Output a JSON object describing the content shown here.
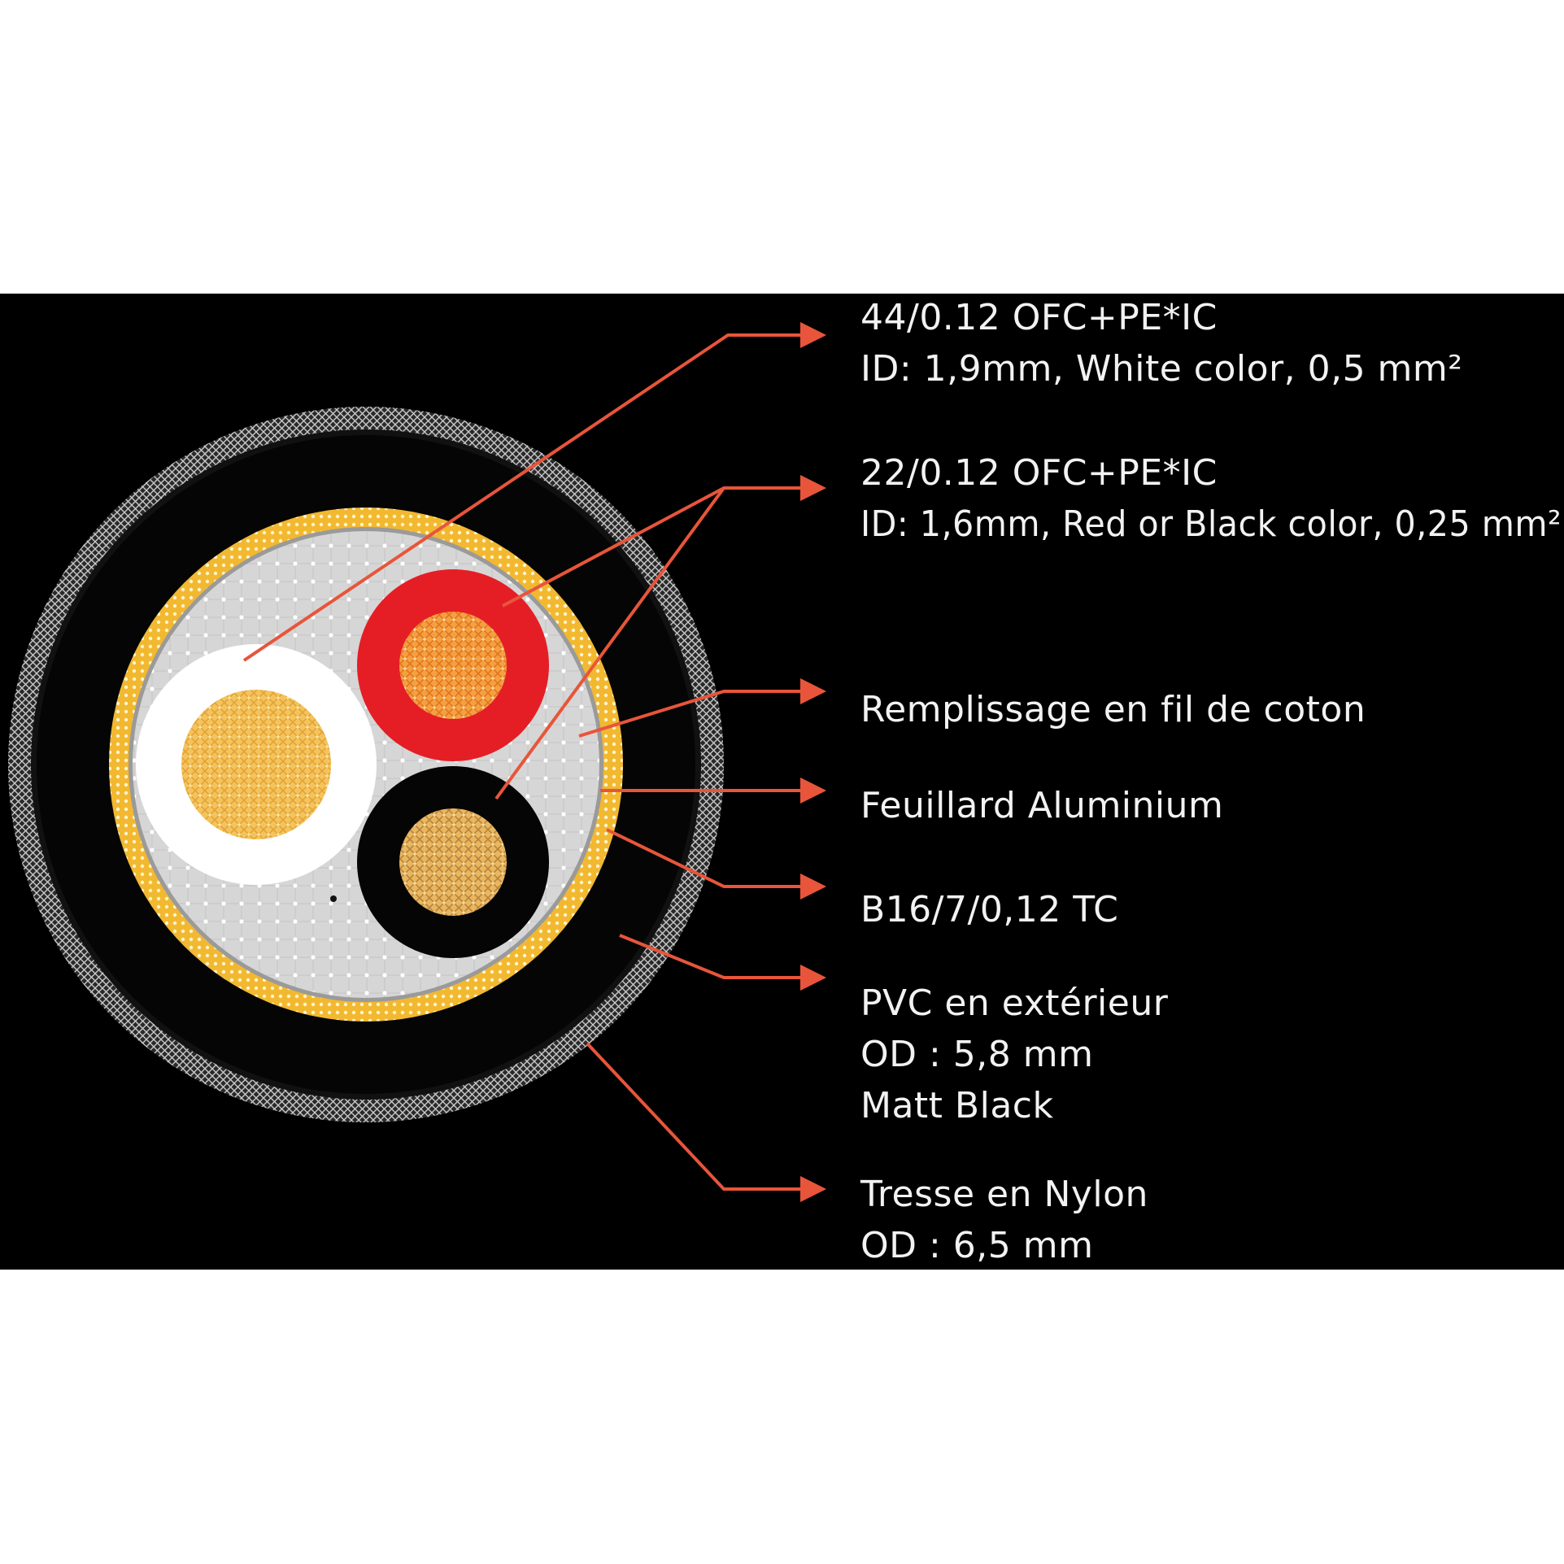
{
  "colors": {
    "page_background": "#ffffff",
    "panel_background": "#000000",
    "leader_line": "#e8553a",
    "label_text": "#f2f2f2",
    "braid_outer": "#bfbfbf",
    "jacket": "#050505",
    "shield_braid": "#f2b830",
    "foil": "#9a9a9a",
    "filler": "#d9d9d9",
    "white_insulation": "#ffffff",
    "red_insulation": "#e51e25",
    "black_insulation": "#050505",
    "copper_core_white": "#f4c45a",
    "copper_core_red": "#f5a040",
    "copper_core_black": "#e9b760"
  },
  "labels": [
    {
      "id": "white-conductor",
      "lines": [
        "44/0.12 OFC+PE*IC",
        "ID: 1,9mm, White color, 0,5 mm²"
      ]
    },
    {
      "id": "red-black-conductor",
      "lines": [
        "22/0.12 OFC+PE*IC",
        "ID: 1,6mm, Red or Black color, 0,25 mm²"
      ]
    },
    {
      "id": "filler",
      "lines": [
        "Remplissage en fil de coton"
      ]
    },
    {
      "id": "foil",
      "lines": [
        "Feuillard Aluminium"
      ]
    },
    {
      "id": "braid-shield",
      "lines": [
        "B16/7/0,12 TC"
      ]
    },
    {
      "id": "pvc-jacket",
      "lines": [
        "PVC en extérieur",
        "OD : 5,8 mm",
        "Matt Black"
      ]
    },
    {
      "id": "nylon-braid",
      "lines": [
        "Tresse en Nylon",
        "OD : 6,5 mm"
      ]
    }
  ]
}
